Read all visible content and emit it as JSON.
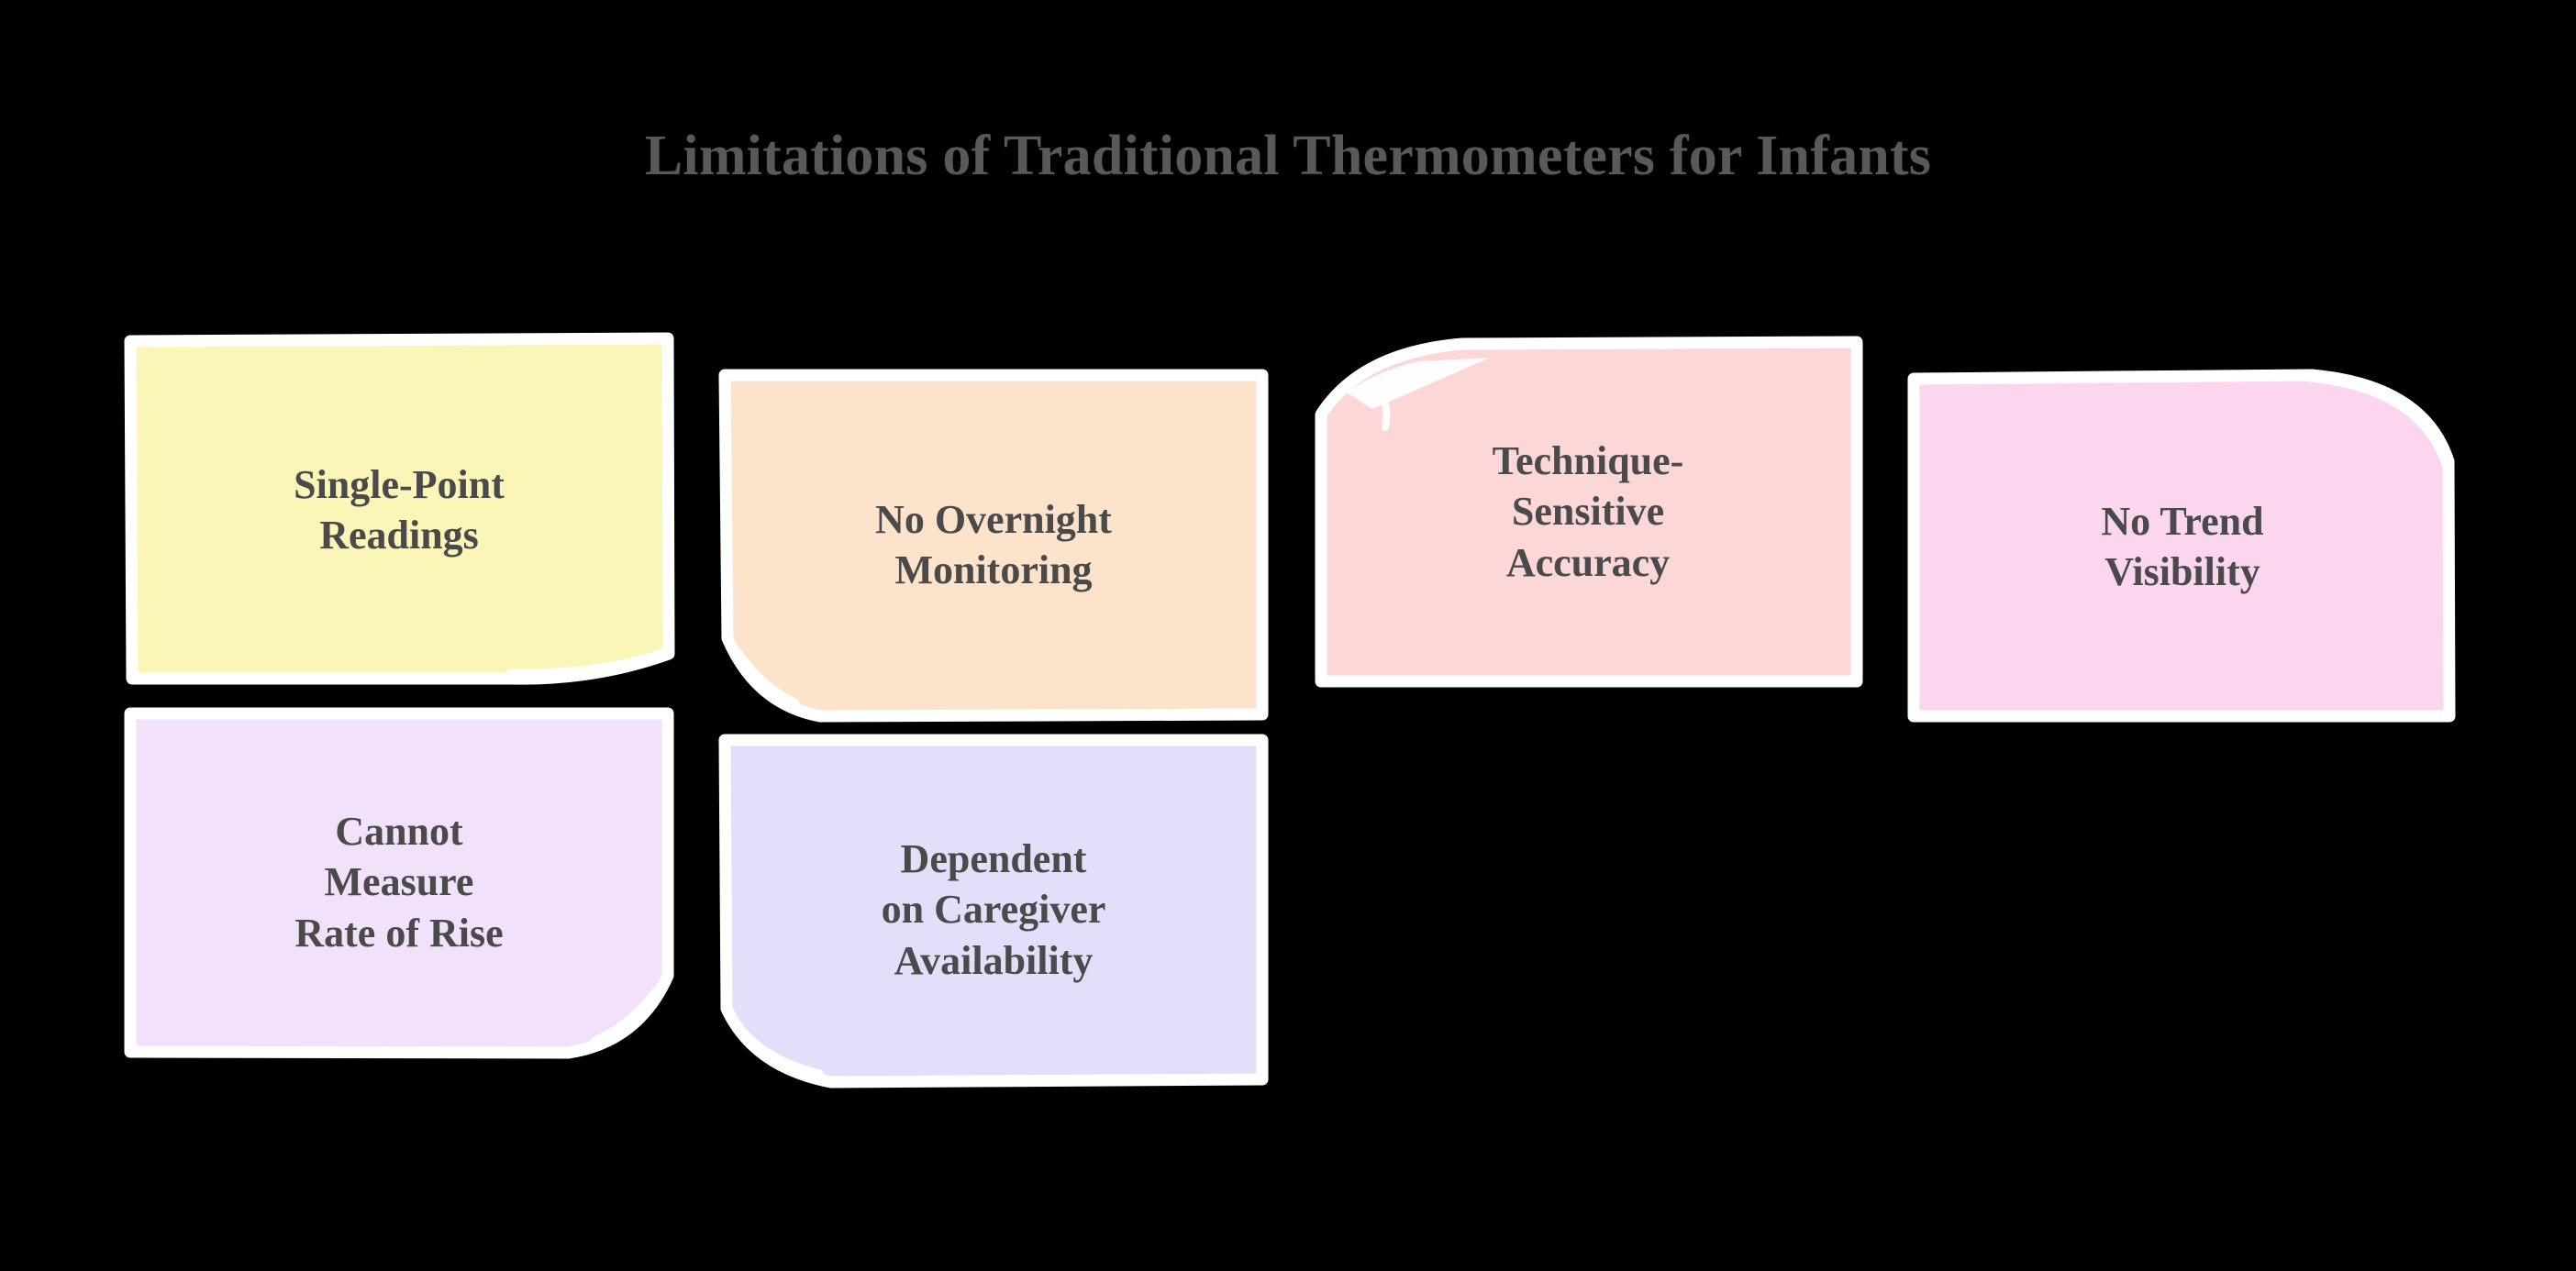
{
  "page": {
    "background_color": "#000000",
    "title": "Limitations of Traditional Thermometers for Infants",
    "title_color": "#595959"
  },
  "cards": [
    {
      "id": "single-point-readings",
      "label": "Single-Point\nReadings",
      "fill_color": "#FCF5B8",
      "outline_color": "#FFFFFF",
      "text_color": "#4A4A4A",
      "curl_corner": "bottom-right",
      "row": 1,
      "column": 1
    },
    {
      "id": "no-overnight-monitoring",
      "label": "No Overnight\nMonitoring",
      "fill_color": "#FDE3CB",
      "outline_color": "#FFFFFF",
      "text_color": "#4A4A4A",
      "curl_corner": "bottom-left",
      "row": 1,
      "column": 2
    },
    {
      "id": "technique-sensitive-accuracy",
      "label": "Technique-\nSensitive\nAccuracy",
      "fill_color": "#FCD7D7",
      "outline_color": "#FFFFFF",
      "text_color": "#4A4A4A",
      "curl_corner": "top-left",
      "row": 1,
      "column": 3
    },
    {
      "id": "no-trend-visibility",
      "label": "No Trend\nVisibility",
      "fill_color": "#FCD6EE",
      "outline_color": "#FFFFFF",
      "text_color": "#4A4A4A",
      "curl_corner": "top-right",
      "row": 1,
      "column": 4
    },
    {
      "id": "cannot-measure-rate-of-rise",
      "label": "Cannot\nMeasure\nRate of Rise",
      "fill_color": "#F2E1FB",
      "outline_color": "#FFFFFF",
      "text_color": "#4A4A4A",
      "curl_corner": "bottom-right",
      "row": 2,
      "column": 1
    },
    {
      "id": "dependent-on-caregiver-availability",
      "label": "Dependent\non Caregiver\nAvailability",
      "fill_color": "#E1DFFA",
      "outline_color": "#FFFFFF",
      "text_color": "#4A4A4A",
      "curl_corner": "bottom-left",
      "row": 2,
      "column": 2
    }
  ]
}
